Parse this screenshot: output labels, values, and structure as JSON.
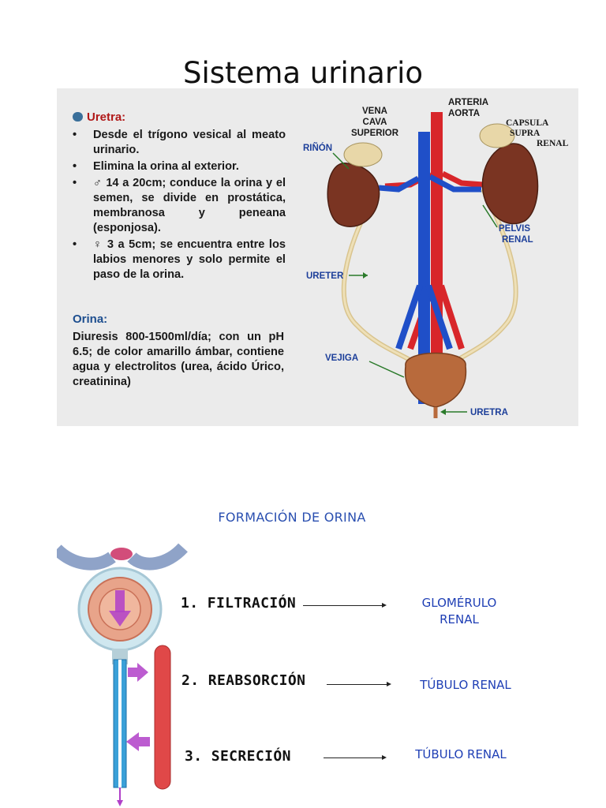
{
  "slide1": {
    "title": "Sistema urinario",
    "uretra": {
      "heading": "Uretra:",
      "bullets": [
        "Desde el trígono vesical al meato urinario.",
        "Elimina la orina al exterior.",
        "♂ 14 a 20cm; conduce la orina y el semen, se divide en prostática, membranosa y peneana (esponjosa).",
        "♀ 3 a 5cm; se encuentra entre los labios menores y solo permite el paso de la orina."
      ]
    },
    "orina": {
      "heading": "Orina:",
      "text": "Diuresis 800-1500ml/día; con un pH 6.5; de color amarillo ámbar, contiene agua y electrolitos (urea, ácido Úrico, creatinina)"
    },
    "diagram_labels": {
      "vena_cava_1": "VENA",
      "vena_cava_2": "CAVA",
      "vena_cava_3": "SUPERIOR",
      "arteria_1": "ARTERIA",
      "arteria_2": "AORTA",
      "capsula_1": "CAPSULA",
      "capsula_2": "SUPRA",
      "capsula_3": "RENAL",
      "rinon": "RIÑÓN",
      "pelvis_1": "PELVIS",
      "pelvis_2": "RENAL",
      "ureter": "URETER",
      "vejiga": "VEJIGA",
      "uretra": "URETRA"
    },
    "colors": {
      "uretra_heading": "#b01818",
      "orina_heading": "#1d4e8f",
      "label_blue": "#1d3f9a",
      "artery": "#d8262a",
      "vein": "#1f4fc8",
      "kidney": "#7a3422",
      "ureter": "#e6d5a6",
      "bladder": "#b86a3c"
    }
  },
  "slide2": {
    "title": "FORMACIÓN DE ORINA",
    "steps": [
      {
        "label": "1. FILTRACIÓN",
        "target_1": "GLOMÉRULO",
        "target_2": "RENAL"
      },
      {
        "label": "2. REABSORCIÓN",
        "target_1": "TÚBULO RENAL"
      },
      {
        "label": "3. SECRECIÓN",
        "target_1": "TÚBULO RENAL"
      }
    ],
    "colors": {
      "target_text": "#1f3fb5",
      "vessel": "#e04848",
      "tubule": "#3aa0d8",
      "flow_arrow": "#b040c8"
    }
  }
}
